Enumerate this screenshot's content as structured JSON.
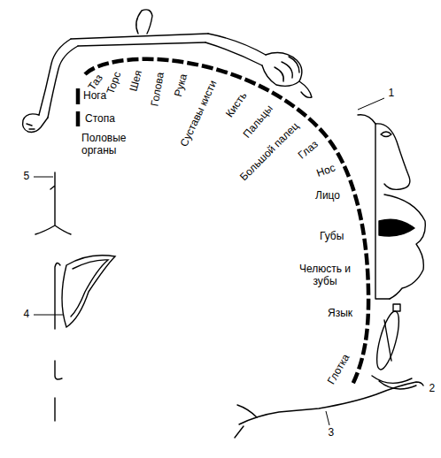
{
  "diagram": {
    "labels": [
      "Таз",
      "Торс",
      "Шея",
      "Голова",
      "Рука",
      "Суставы кисти",
      "Кисть",
      "Пальцы",
      "Большой палец",
      "Глаз",
      "Нос",
      "Лицо",
      "Губы",
      "Челюсть и зубы",
      "Язык",
      "Глотка",
      "Нога",
      "Стопа",
      "Половые органы",
      "1",
      "2",
      "3",
      "4",
      "5"
    ]
  }
}
